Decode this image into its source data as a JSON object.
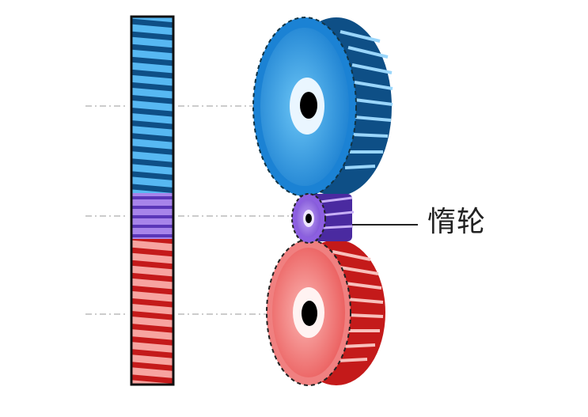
{
  "diagram": {
    "title": "",
    "label": "惰轮",
    "components": [
      {
        "id": "driver-gear",
        "color": "#2a8fe0",
        "position": "top",
        "side_view": "blue-stripe"
      },
      {
        "id": "idler-gear",
        "color": "#7b4fd0",
        "position": "middle",
        "label_ref": "惰轮"
      },
      {
        "id": "driven-gear",
        "color": "#e63a3a",
        "position": "bottom",
        "side_view": "red-stripe"
      }
    ],
    "colors": {
      "blue_light": "#4fb3f0",
      "blue_dark": "#0e4f86",
      "purple_light": "#a07be8",
      "purple_dark": "#4a2aa0",
      "red_light": "#f59a9a",
      "red_dark": "#c41a1a"
    }
  }
}
